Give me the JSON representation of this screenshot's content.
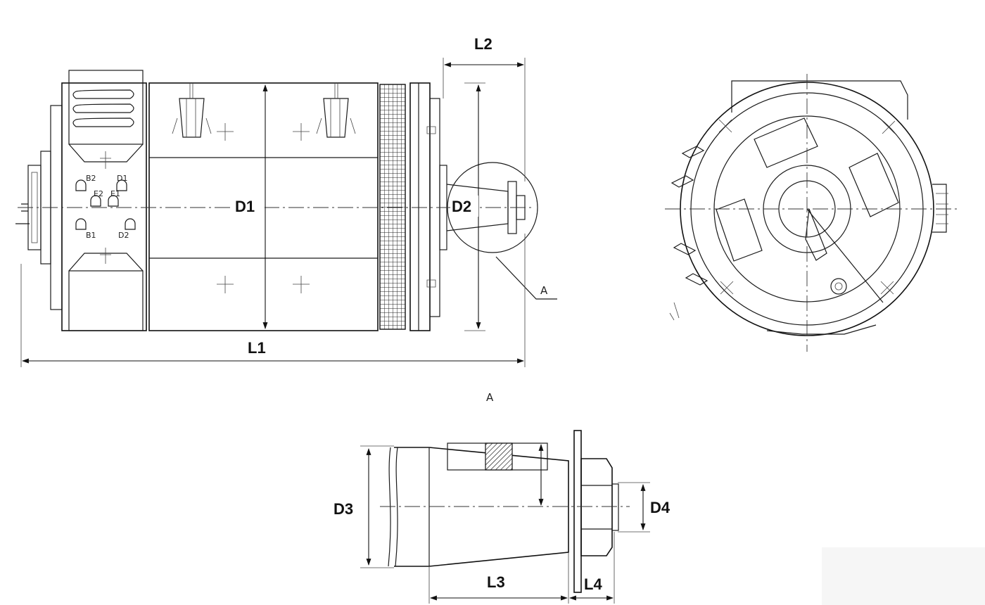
{
  "dimensions": {
    "L1": "L1",
    "L2": "L2",
    "L3": "L3",
    "L4": "L4",
    "D1": "D1",
    "D2": "D2",
    "D3": "D3",
    "D4": "D4"
  },
  "view_marks": {
    "detail_callout": "A",
    "detail_title": "A"
  },
  "terminal_labels": [
    "B2",
    "D1",
    "E2",
    "E1",
    "B1",
    "D2"
  ]
}
